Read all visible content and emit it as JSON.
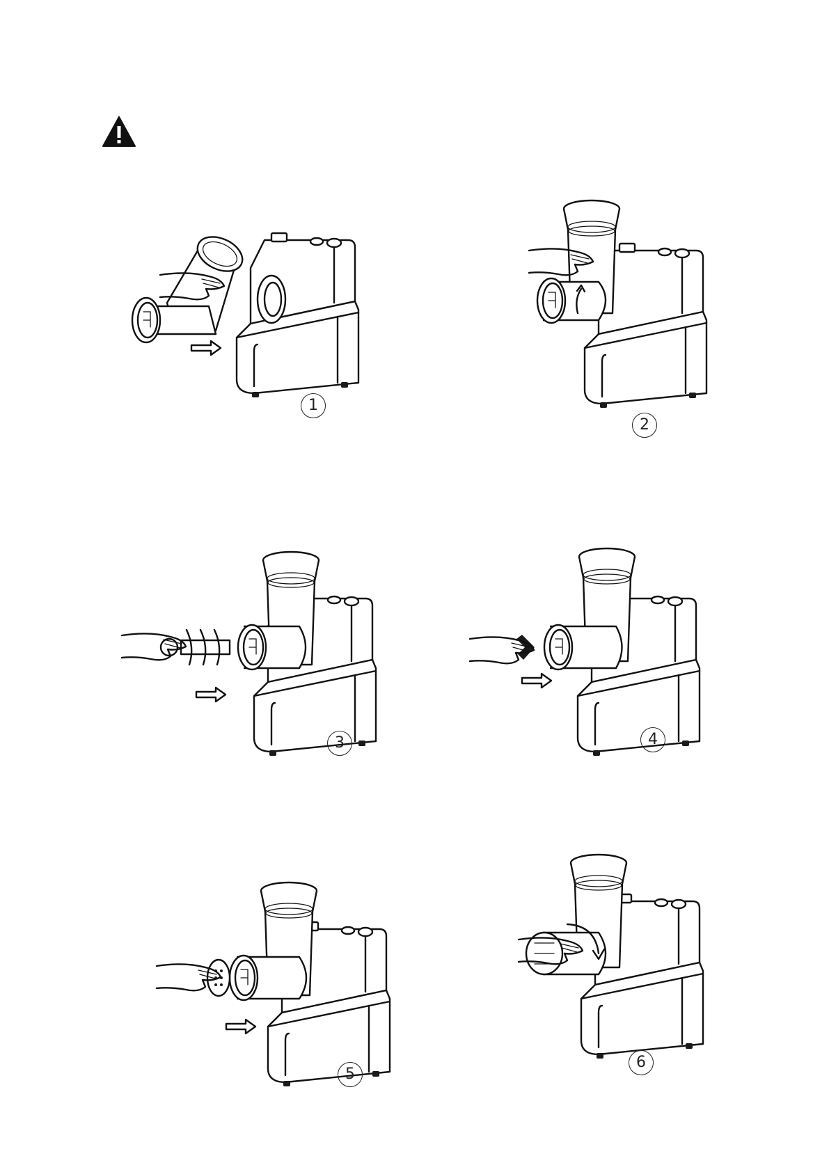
{
  "page": {
    "warning_icon": "warning-triangle-icon"
  },
  "steps": [
    {
      "number": "1",
      "illustration": "attach-head-to-motor"
    },
    {
      "number": "2",
      "illustration": "rotate-head-to-lock"
    },
    {
      "number": "3",
      "illustration": "insert-screw-auger"
    },
    {
      "number": "4",
      "illustration": "insert-cutting-blade"
    },
    {
      "number": "5",
      "illustration": "insert-mincing-plate"
    },
    {
      "number": "6",
      "illustration": "screw-on-ring-nut"
    }
  ],
  "colors": {
    "ink": "#111111",
    "paper": "#ffffff"
  }
}
